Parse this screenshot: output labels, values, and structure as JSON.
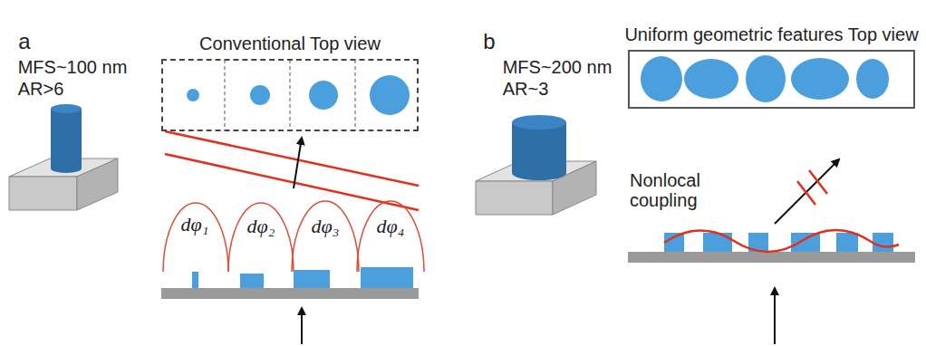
{
  "diagram": {
    "nodes": [
      {
        "text": [
          "Conventional Top view"
        ]
      },
      {
        "text": [
          "Uniform geometric features Top view"
        ]
      }
    ],
    "labels": [
      "a",
      "MFS~100 nm",
      "AR>6",
      "dφ₁",
      "dφ₂",
      "dφ₃",
      "dφ₄",
      "b",
      "MFS~200 nm",
      "AR~3",
      "Nonlocal coupling"
    ]
  }
}
